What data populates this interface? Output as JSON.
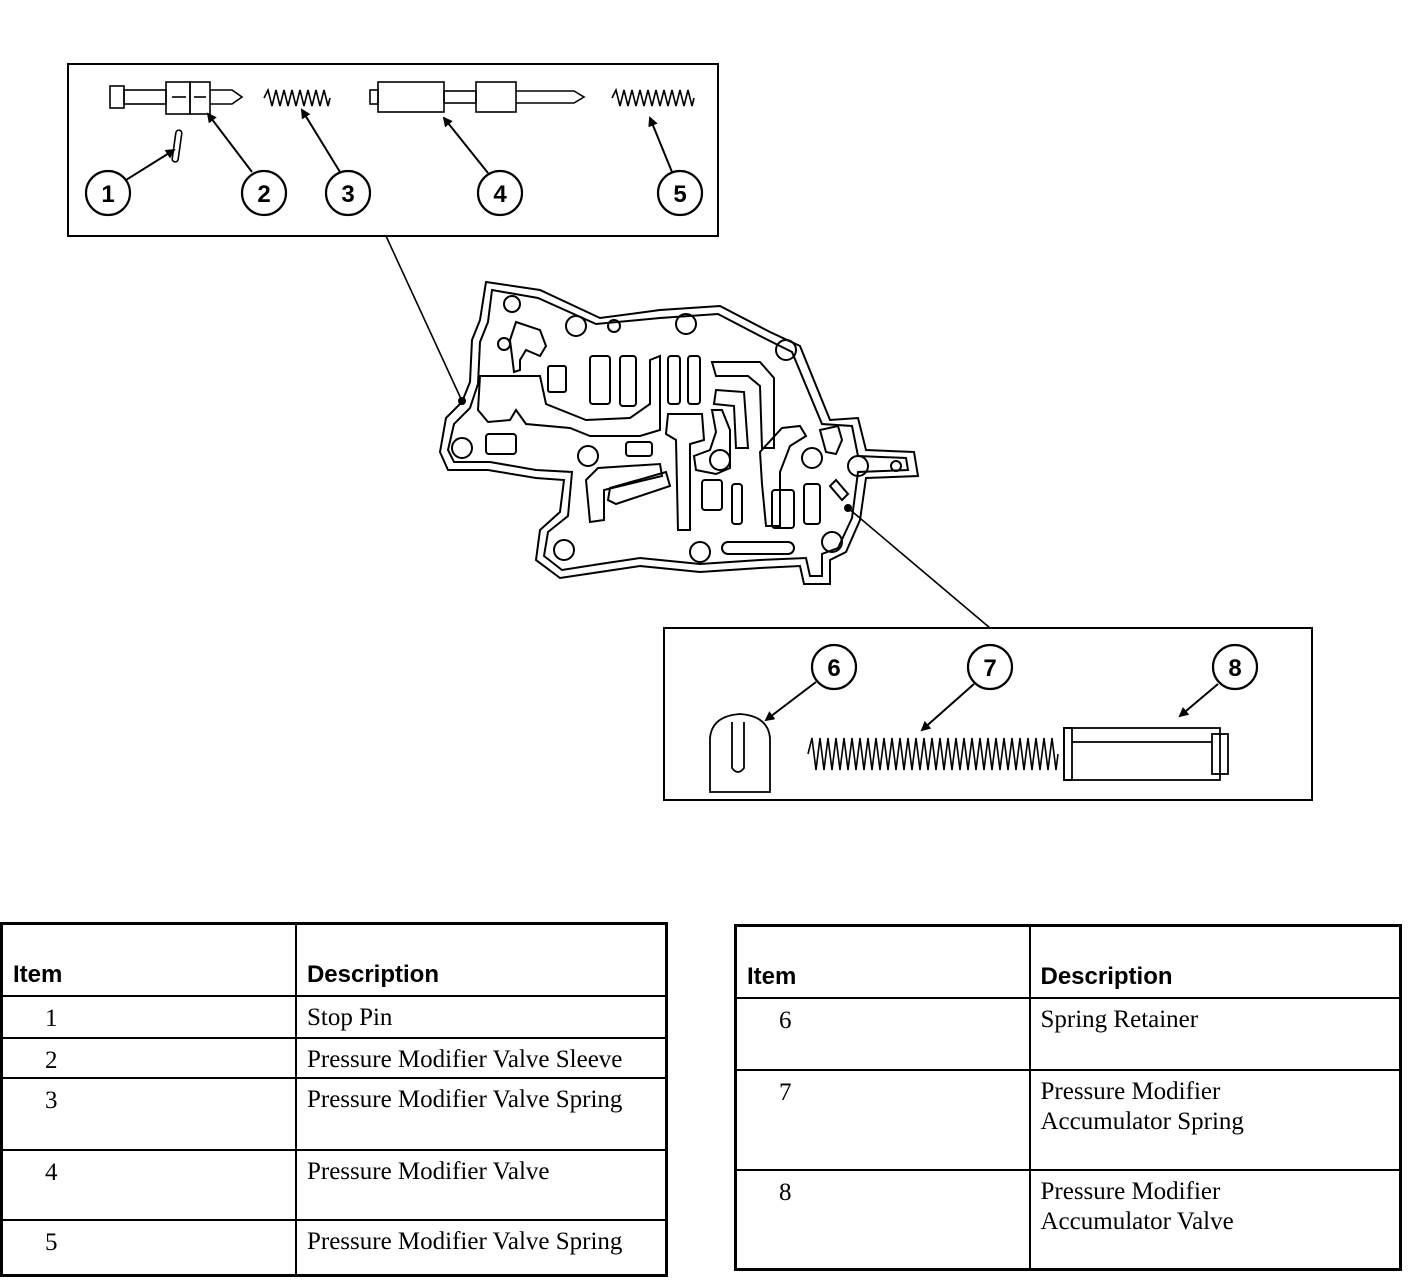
{
  "callouts": [
    "1",
    "2",
    "3",
    "4",
    "5",
    "6",
    "7",
    "8"
  ],
  "table_left": {
    "headers": {
      "item": "Item",
      "description": "Description"
    },
    "rows": [
      {
        "item": "1",
        "description": "Stop Pin"
      },
      {
        "item": "2",
        "description": "Pressure Modifier Valve Sleeve"
      },
      {
        "item": "3",
        "description": "Pressure Modifier Valve Spring"
      },
      {
        "item": "4",
        "description": "Pressure Modifier Valve"
      },
      {
        "item": "5",
        "description": "Pressure Modifier Valve Spring"
      }
    ]
  },
  "table_right": {
    "headers": {
      "item": "Item",
      "description": "Description"
    },
    "rows": [
      {
        "item": "6",
        "description": "Spring Retainer"
      },
      {
        "item": "7",
        "description": "Pressure Modifier Accumulator Spring"
      },
      {
        "item": "8",
        "description": "Pressure Modifier Accumulator Valve"
      }
    ]
  }
}
